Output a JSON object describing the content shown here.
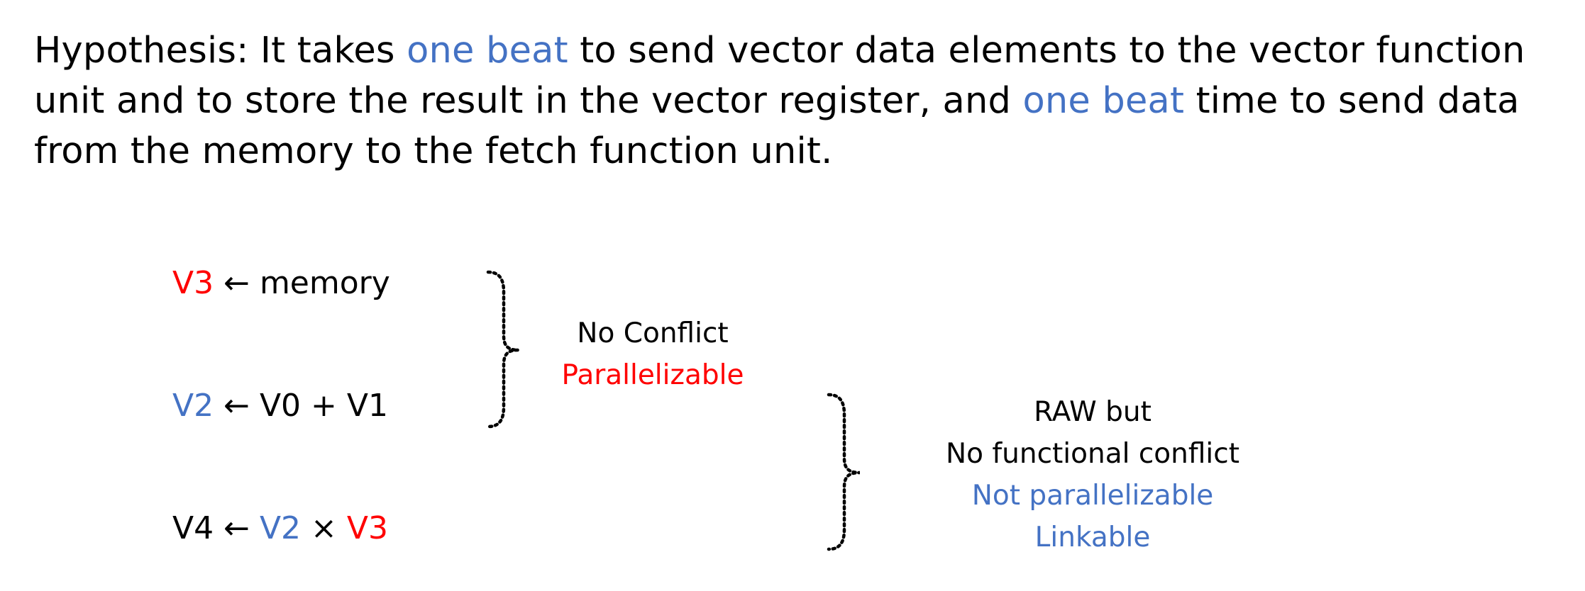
{
  "hypothesis": {
    "line1": {
      "before": "Hypothesis: It takes ",
      "highlight": "one beat",
      "after": " to send vector data elements to the vector function"
    },
    "line2": {
      "before": "unit and to store the result in the vector register, and ",
      "highlight": "one beat",
      "after": " time to send data"
    },
    "line3": "from the memory to the fetch function unit."
  },
  "instructions": [
    {
      "dest": "V3",
      "arrow": " ← ",
      "rhs": "memory"
    },
    {
      "dest": "V2",
      "arrow": " ← ",
      "rhs": "V0 +  V1"
    },
    {
      "dest": "V4",
      "arrow": " ← ",
      "op_a": "V2",
      "op": " × ",
      "op_b": "V3"
    }
  ],
  "notes": {
    "first_pair": {
      "line1": "No Conflict",
      "line2": "Parallelizable"
    },
    "second_pair": {
      "line1": "RAW but",
      "line2": "No functional conflict",
      "line3": "Not parallelizable",
      "line4": "Linkable"
    }
  },
  "colors": {
    "blue": "#4472c4",
    "red": "#ff0000",
    "text": "#000000"
  }
}
